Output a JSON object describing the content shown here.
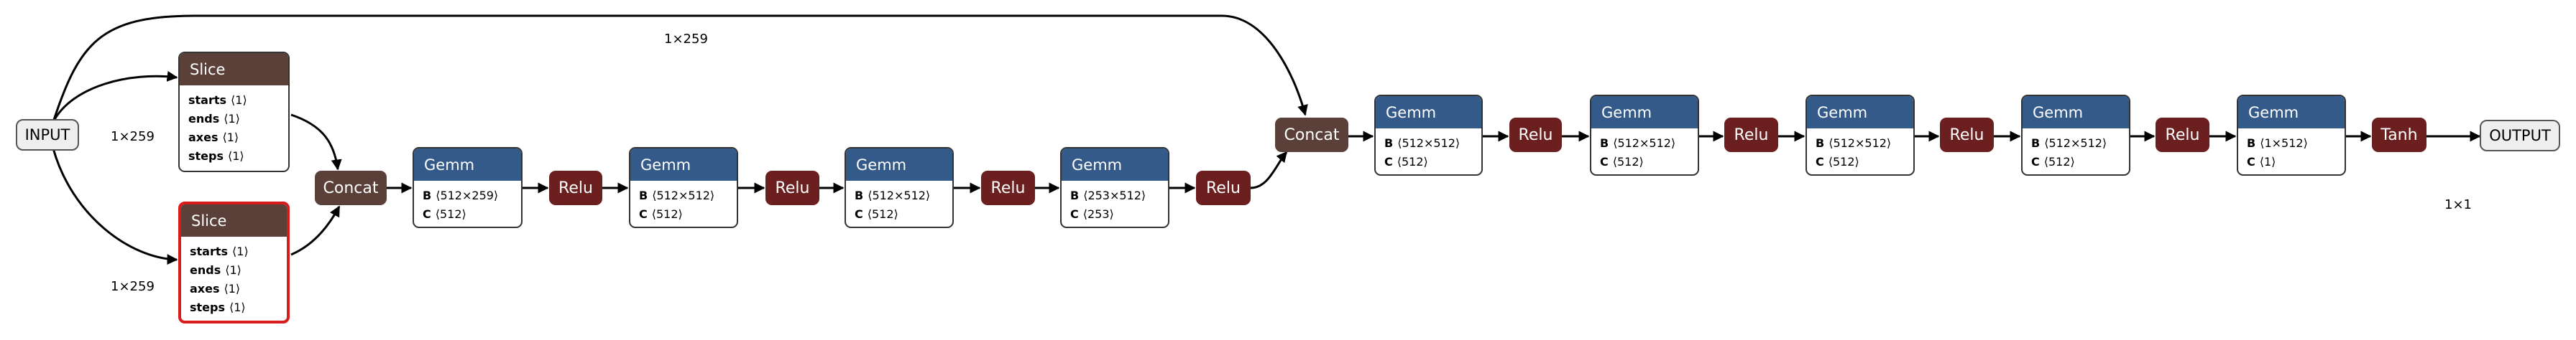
{
  "input_label": "INPUT",
  "output_label": "OUTPUT",
  "edge_labels": {
    "input_to_slice1": "1×259",
    "input_to_slice2": "1×259",
    "input_to_concat2": "1×259",
    "output": "1×1"
  },
  "slice1": {
    "title": "Slice",
    "attrs": [
      {
        "name": "starts",
        "value": "⟨1⟩"
      },
      {
        "name": "ends",
        "value": "⟨1⟩"
      },
      {
        "name": "axes",
        "value": "⟨1⟩"
      },
      {
        "name": "steps",
        "value": "⟨1⟩"
      }
    ]
  },
  "slice2": {
    "title": "Slice",
    "attrs": [
      {
        "name": "starts",
        "value": "⟨1⟩"
      },
      {
        "name": "ends",
        "value": "⟨1⟩"
      },
      {
        "name": "axes",
        "value": "⟨1⟩"
      },
      {
        "name": "steps",
        "value": "⟨1⟩"
      }
    ]
  },
  "concat1": "Concat",
  "concat2": "Concat",
  "gemms": [
    {
      "title": "Gemm",
      "b": "⟨512×259⟩",
      "c": "⟨512⟩"
    },
    {
      "title": "Gemm",
      "b": "⟨512×512⟩",
      "c": "⟨512⟩"
    },
    {
      "title": "Gemm",
      "b": "⟨512×512⟩",
      "c": "⟨512⟩"
    },
    {
      "title": "Gemm",
      "b": "⟨253×512⟩",
      "c": "⟨253⟩"
    },
    {
      "title": "Gemm",
      "b": "⟨512×512⟩",
      "c": "⟨512⟩"
    },
    {
      "title": "Gemm",
      "b": "⟨512×512⟩",
      "c": "⟨512⟩"
    },
    {
      "title": "Gemm",
      "b": "⟨512×512⟩",
      "c": "⟨512⟩"
    },
    {
      "title": "Gemm",
      "b": "⟨512×512⟩",
      "c": "⟨512⟩"
    },
    {
      "title": "Gemm",
      "b": "⟨1×512⟩",
      "c": "⟨1⟩"
    }
  ],
  "attr_names": {
    "b": "B",
    "c": "C"
  },
  "relus": [
    "Relu",
    "Relu",
    "Relu",
    "Relu",
    "Relu",
    "Relu",
    "Relu",
    "Relu"
  ],
  "tanh": "Tanh"
}
